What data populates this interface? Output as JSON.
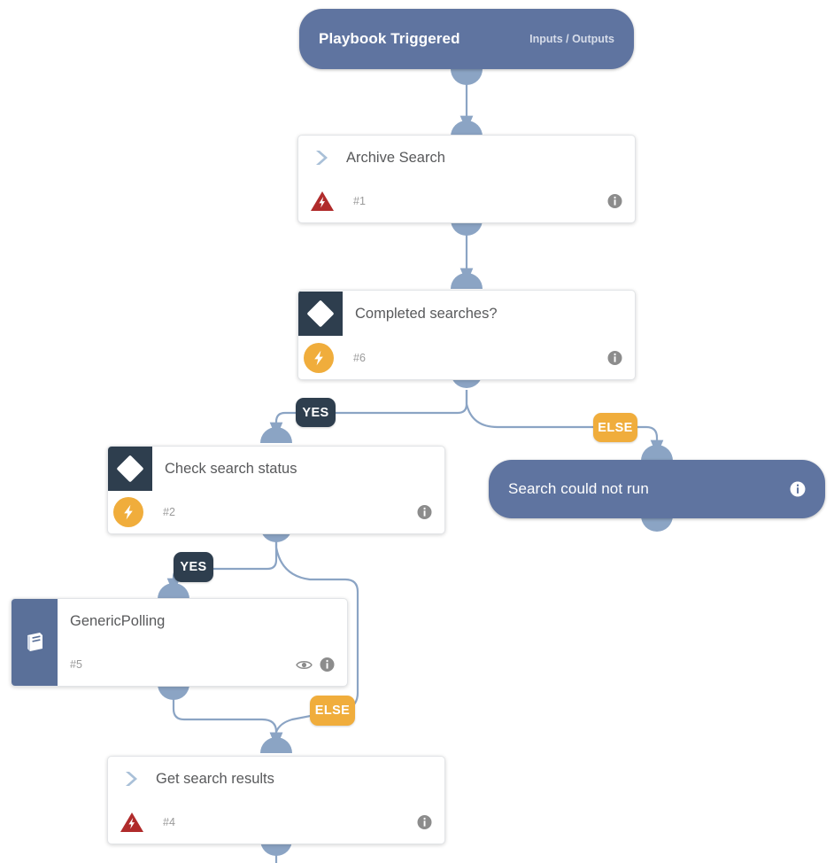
{
  "diagram": {
    "type": "playbook-workflow",
    "title": "Playbook workflow graph",
    "colors": {
      "pill": "#5f74a0",
      "connector": "#8ba4c4",
      "condition_header": "#2e3e4e",
      "bolt_badge": "#f0ad3c",
      "warning_triangle": "#b02b2b",
      "subplaybook_rail": "#5a7099",
      "yes_badge": "#2e3e4e",
      "else_badge": "#f0ad3c",
      "card_title_text": "#58595b",
      "card_number_text": "#9a9a9a",
      "canvas": "#ffffff"
    },
    "nodes": [
      {
        "id": "start",
        "kind": "pill",
        "title": "Playbook Triggered",
        "right_label": "Inputs / Outputs",
        "icons": []
      },
      {
        "id": "n1",
        "kind": "card-chevron",
        "title": "Archive Search",
        "number": "#1",
        "icons": [
          "chevron-icon",
          "warning-triangle-icon",
          "info-icon"
        ]
      },
      {
        "id": "n6",
        "kind": "card-condition",
        "title": "Completed searches?",
        "number": "#6",
        "icons": [
          "diamond-icon",
          "bolt-icon",
          "info-icon"
        ]
      },
      {
        "id": "n2",
        "kind": "card-condition",
        "title": "Check search status",
        "number": "#2",
        "icons": [
          "diamond-icon",
          "bolt-icon",
          "info-icon"
        ]
      },
      {
        "id": "n5",
        "kind": "card-subplaybook",
        "title": "GenericPolling",
        "number": "#5",
        "icons": [
          "book-icon",
          "eye-icon",
          "info-icon"
        ]
      },
      {
        "id": "n4",
        "kind": "card-chevron",
        "title": "Get search results",
        "number": "#4",
        "icons": [
          "chevron-icon",
          "warning-triangle-icon",
          "info-icon"
        ]
      },
      {
        "id": "end-fail",
        "kind": "pill",
        "title": "Search could not run",
        "right_label": "",
        "icons": [
          "info-icon"
        ]
      }
    ],
    "branch_labels": [
      {
        "id": "yes-1",
        "text": "YES",
        "from": "n6",
        "to": "n2"
      },
      {
        "id": "else-1",
        "text": "ELSE",
        "from": "n6",
        "to": "end-fail"
      },
      {
        "id": "yes-2",
        "text": "YES",
        "from": "n2",
        "to": "n5"
      },
      {
        "id": "else-2",
        "text": "ELSE",
        "from": "n2",
        "to": "n4"
      }
    ],
    "edges": [
      {
        "from": "start",
        "to": "n1",
        "label": ""
      },
      {
        "from": "n1",
        "to": "n6",
        "label": ""
      },
      {
        "from": "n6",
        "to": "n2",
        "label": "YES"
      },
      {
        "from": "n6",
        "to": "end-fail",
        "label": "ELSE"
      },
      {
        "from": "n2",
        "to": "n5",
        "label": "YES"
      },
      {
        "from": "n2",
        "to": "n4",
        "label": "ELSE"
      },
      {
        "from": "n5",
        "to": "n4",
        "label": ""
      },
      {
        "from": "n4",
        "to": "",
        "label": ""
      }
    ]
  }
}
